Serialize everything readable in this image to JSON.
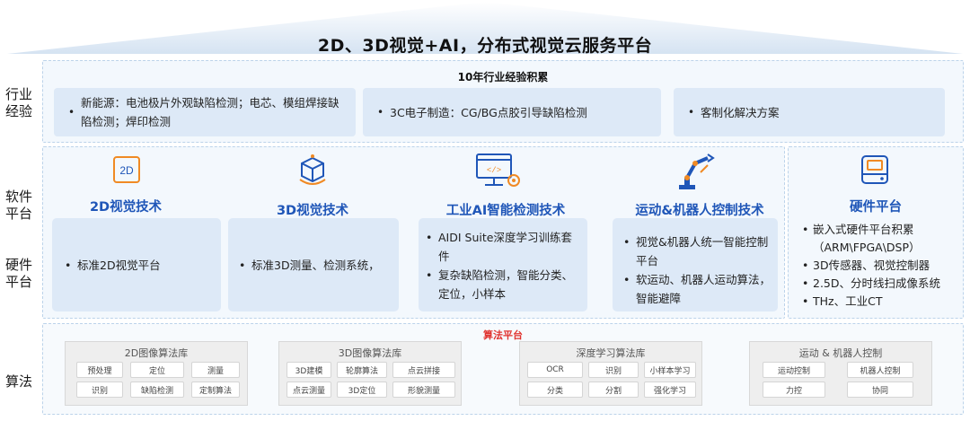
{
  "title": "2D、3D视觉+AI，分布式视觉云服务平台",
  "side_labels": {
    "industry": "行业\n经验",
    "software": "软件\n平台",
    "hardware": "硬件\n平台",
    "algorithm": "算法"
  },
  "experience": {
    "title": "10年行业经验积累",
    "items": [
      "新能源：电池极片外观缺陷检测；电芯、模组焊接缺陷检测；焊印检测",
      "3C电子制造：CG/BG点胶引导缺陷检测",
      "客制化解决方案"
    ]
  },
  "tech": [
    {
      "icon": "2d-vision-icon",
      "icon_text": "2D",
      "title": "2D视觉技术",
      "items": [
        "标准2D视觉平台"
      ]
    },
    {
      "icon": "3d-cube-icon",
      "title": "3D视觉技术",
      "items": [
        "标准3D测量、检测系统，"
      ]
    },
    {
      "icon": "ai-monitor-icon",
      "title": "工业AI智能检测技术",
      "items": [
        "AIDI Suite深度学习训练套件",
        "复杂缺陷检测，智能分类、定位，小样本"
      ]
    },
    {
      "icon": "robot-arm-icon",
      "title": "运动&机器人控制技术",
      "items": [
        "视觉&机器人统一智能控制平台",
        "软运动、机器人运动算法，智能避障"
      ]
    }
  ],
  "hardware": {
    "icon": "hardware-device-icon",
    "title": "硬件平台",
    "items": [
      "嵌入式硬件平台积累",
      "（ARM\\FPGA\\DSP）",
      "3D传感器、视觉控制器",
      "2.5D、分时线扫成像系统",
      "THz、工业CT"
    ]
  },
  "algorithm": {
    "title": "算法平台",
    "groups": [
      {
        "title": "2D图像算法库",
        "chips": [
          "预处理",
          "定位",
          "测量",
          "识别",
          "缺陷检测",
          "定制算法"
        ]
      },
      {
        "title": "3D图像算法库",
        "chips": [
          "3D建模",
          "轮廓算法",
          "点云拼接",
          "点云测量",
          "3D定位",
          "形貌测量"
        ]
      },
      {
        "title": "深度学习算法库",
        "chips": [
          "OCR",
          "识别",
          "小样本学习",
          "分类",
          "分割",
          "强化学习"
        ]
      },
      {
        "title": "运动 & 机器人控制",
        "chips": [
          "运动控制",
          "机器人控制",
          "力控",
          "协同"
        ]
      }
    ]
  },
  "colors": {
    "accent_blue": "#1f56b8",
    "box_fill": "#dde9f7",
    "panel_fill": "#f3f8fd",
    "dashed_border": "#bcd3ea",
    "algo_title_red": "#e0322e",
    "icon_orange": "#f08a24"
  }
}
